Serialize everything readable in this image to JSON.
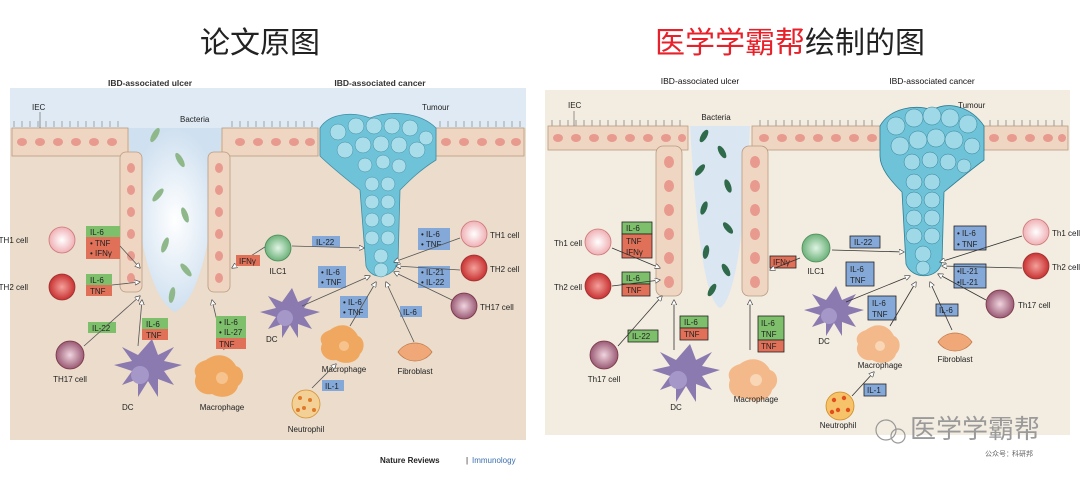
{
  "headings": {
    "original": "论文原图",
    "redraw_red": "医学学霸帮",
    "redraw_rest": "绘制的图"
  },
  "left_panel": {
    "ulcer_title": "IBD-associated ulcer",
    "cancer_title": "IBD-associated cancer",
    "iec": "IEC",
    "bacteria": "Bacteria",
    "tumour": "Tumour",
    "th1_cell": "TH1 cell",
    "th2_cell": "TH2 cell",
    "th17_cell": "TH17 cell",
    "dc": "DC",
    "macrophage": "Macrophage",
    "ilc1": "ILC1",
    "neutrophil": "Neutrophil",
    "fibroblast": "Fibroblast",
    "th1_box": [
      "IL-6",
      "• TNF",
      "• IFNγ"
    ],
    "th2_box": [
      "IL-6",
      "TNF"
    ],
    "th17_box": "IL-22",
    "dc_ulcer_box": [
      "IL-6",
      "TNF"
    ],
    "mac_ulcer_box": [
      "• IL-6",
      "• IL-27",
      "TNF"
    ],
    "ifng_box": "IFNγ",
    "ilc1_box": "IL-22",
    "dc_cancer_box": [
      "• IL-6",
      "• TNF"
    ],
    "mac_cancer_box": [
      "• IL-6",
      "• TNF"
    ],
    "fibro_box": "IL-6",
    "neut_box": "IL-1",
    "th1_cancer_box": [
      "• IL-6",
      "• TNF"
    ],
    "th2_cancer_box": [
      "• IL-21",
      "• IL-22"
    ],
    "journal": "Nature Reviews",
    "journal_section": "Immunology"
  },
  "right_panel": {
    "ulcer_title": "IBD-associated ulcer",
    "cancer_title": "IBD-associated cancer",
    "iec": "IEC",
    "bacteria": "Bacteria",
    "tumour": "Tumour",
    "th1_cell": "Th1 cell",
    "th2_cell": "Th2 cell",
    "th17_cell": "Th17 cell",
    "dc": "DC",
    "macrophage": "Macrophage",
    "ilc1": "ILC1",
    "neutrophil": "Neutrophil",
    "fibroblast": "Fibroblast",
    "th1_box": [
      "IL-6",
      "TNF",
      "IFNγ"
    ],
    "th2_box": [
      "IL-6",
      "TNF"
    ],
    "th17_box": "IL-22",
    "dc_ulcer_box": [
      "IL-6",
      "TNF"
    ],
    "mac_ulcer_box": [
      "IL-6",
      "TNF",
      "TNF"
    ],
    "ifng_box": "IFNγ",
    "ilc1_box": "IL-22",
    "dc_cancer_box": [
      "IL-6",
      "TNF"
    ],
    "mac_cancer_box": [
      "IL-6",
      "TNF"
    ],
    "fibro_box": "IL-6",
    "neut_box": "IL-1",
    "th1_cancer_box": [
      "• IL-6",
      "• TNF"
    ],
    "th2_cancer_box": [
      "•IL-21",
      "•IL-21"
    ]
  },
  "watermark": {
    "brand": "医学学霸帮",
    "account_prefix": "公众号：",
    "account_name": "科研邦"
  },
  "colors": {
    "green_box": "#7dbf6a",
    "red_box": "#e07058",
    "blue_box": "#84a8d8",
    "tumour_cell": "#6fc3d8",
    "epithelium": "#efd6c2",
    "heading_red": "#e8202a"
  }
}
